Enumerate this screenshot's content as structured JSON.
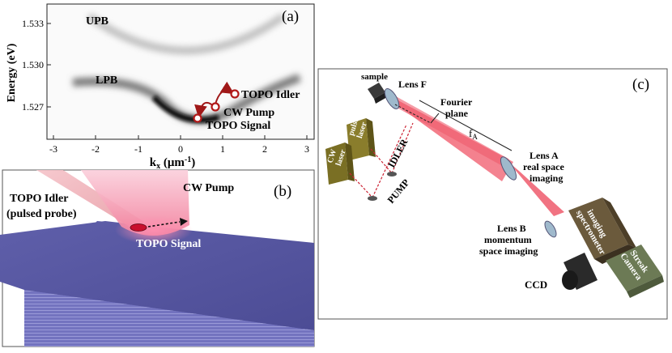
{
  "panel_a": {
    "label": "(a)",
    "y_axis_label": "Energy (eV)",
    "x_axis_label": "k",
    "x_axis_subscript": "x",
    "x_axis_unit": "(μm",
    "x_axis_unit_sup": "-1",
    "x_axis_unit_close": ")",
    "y_ticks": [
      "1.533",
      "1.530",
      "1.527"
    ],
    "x_ticks": [
      "-3",
      "-2",
      "-1",
      "0",
      "1",
      "2",
      "3"
    ],
    "branch_upper": "UPB",
    "branch_lower": "LPB",
    "label_idler": "TOPO Idler",
    "label_pump": "CW Pump",
    "label_signal": "TOPO Signal"
  },
  "panel_b": {
    "label": "(b)",
    "label_idler_line1": "TOPO Idler",
    "label_idler_line2": "(pulsed probe)",
    "label_pump": "CW Pump",
    "label_signal": "TOPO Signal"
  },
  "panel_c": {
    "label": "(c)",
    "sample": "sample",
    "lens_f": "Lens F",
    "fourier_line1": "Fourier",
    "fourier_line2": "plane",
    "fa": "f",
    "fa_sub": "A",
    "lens_a_line1": "Lens A",
    "lens_a_line2": "real space",
    "lens_a_line3": "imaging",
    "lens_b_line1": "Lens B",
    "lens_b_line2": "momentum",
    "lens_b_line3": "space imaging",
    "pulsed_laser_line1": "pulsed",
    "pulsed_laser_line2": "laser",
    "cw_laser_line1": "CW",
    "cw_laser_line2": "laser",
    "idler": "IDLER",
    "pump": "PUMP",
    "spectrometer_line1": "imaging",
    "spectrometer_line2": "spectrometer",
    "streak_line1": "Streak",
    "streak_line2": "Camera",
    "ccd": "CCD"
  }
}
